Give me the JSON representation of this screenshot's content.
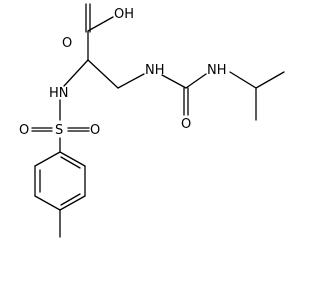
{
  "atoms": {
    "hydroxyl": "OH",
    "carbonyl_o_acid": "O",
    "sulfonamide_nh": "HN",
    "sulfur": "S",
    "sulfonyl_o_left": "O",
    "sulfonyl_o_right": "O",
    "urea_nh_left": "NH",
    "urea_nh_right": "NH",
    "urea_o": "O"
  }
}
